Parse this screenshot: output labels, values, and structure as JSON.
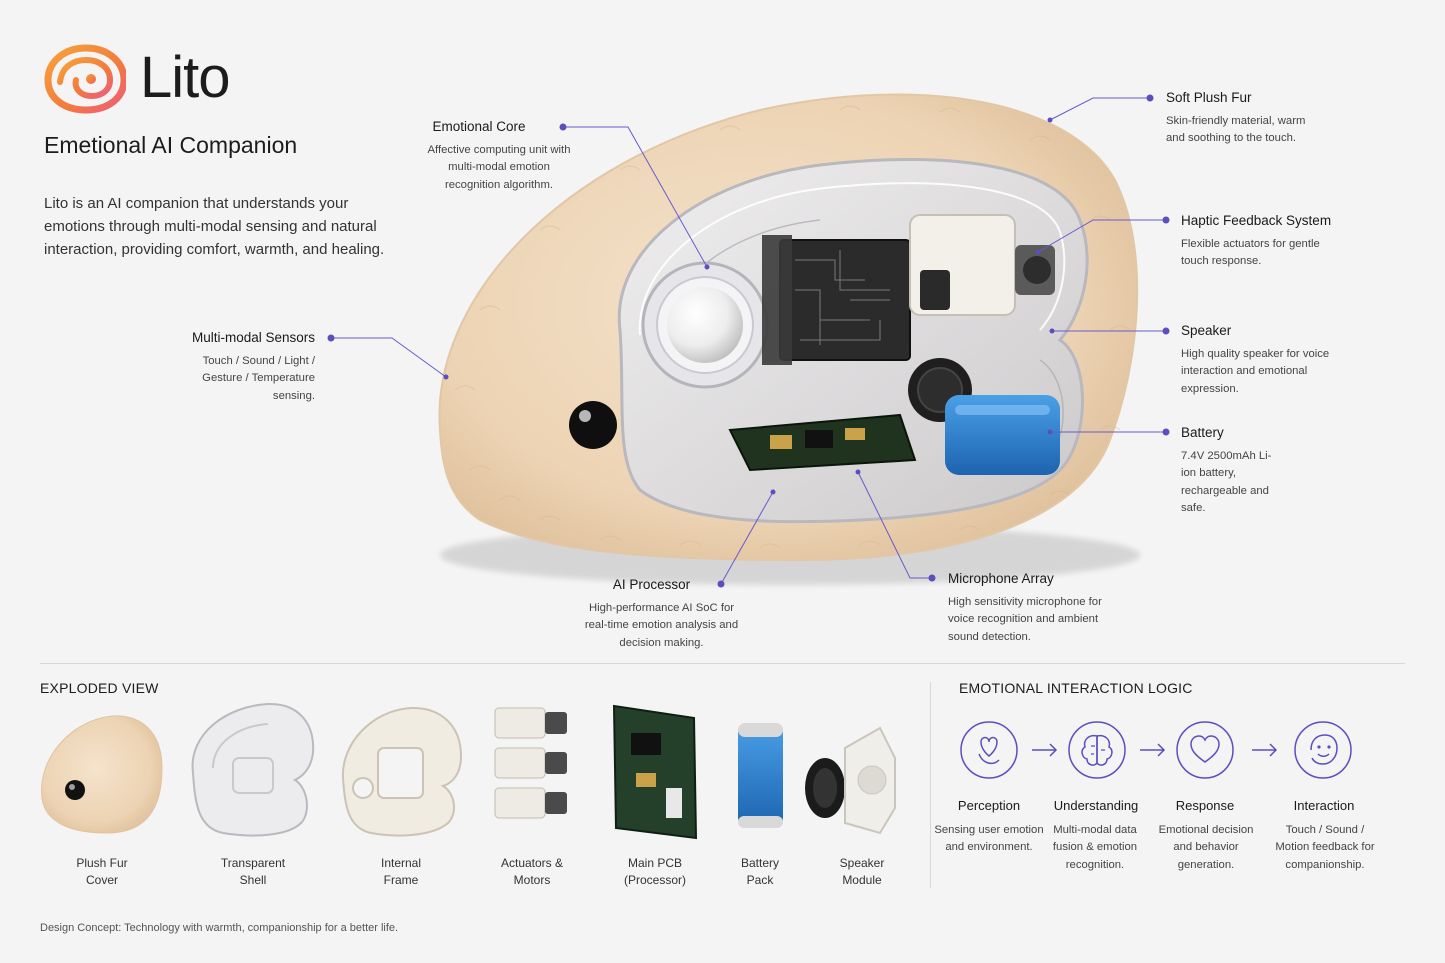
{
  "brand": {
    "name": "Lito",
    "tagline": "Emetional AI Companion",
    "intro": "Lito is an AI companion that understands your emotions through multi-modal sensing and natural interaction, providing comfort, warmth, and healing.",
    "accent_color": "#6a5acd",
    "logo_gradient": [
      "#f59a2f",
      "#ef5b8c"
    ]
  },
  "callouts": {
    "emotional_core": {
      "title": "Emotional Core",
      "desc": "Affective computing unit with multi-modal emotion recognition algorithm."
    },
    "sensors": {
      "title": "Multi-modal Sensors",
      "desc": "Touch / Sound / Light / Gesture / Temperature sensing."
    },
    "fur": {
      "title": "Soft Plush Fur",
      "desc": "Skin-friendly material, warm and soothing to the touch."
    },
    "haptic": {
      "title": "Haptic Feedback System",
      "desc": "Flexible actuators for gentle touch response."
    },
    "speaker": {
      "title": "Speaker",
      "desc": "High quality speaker for voice interaction and emotional expression."
    },
    "battery": {
      "title": "Battery",
      "desc": "7.4V 2500mAh Li-ion battery, rechargeable and safe."
    },
    "processor": {
      "title": "AI Processor",
      "desc": "High-performance AI SoC for real-time emotion analysis and decision making."
    },
    "microphone": {
      "title": "Microphone Array",
      "desc": "High sensitivity microphone for voice recognition and ambient sound detection."
    }
  },
  "exploded": {
    "title": "EXPLODED VIEW",
    "parts": [
      {
        "label_1": "Plush Fur",
        "label_2": "Cover"
      },
      {
        "label_1": "Transparent",
        "label_2": "Shell"
      },
      {
        "label_1": "Internal",
        "label_2": "Frame"
      },
      {
        "label_1": "Actuators &",
        "label_2": "Motors"
      },
      {
        "label_1": "Main PCB",
        "label_2": "(Processor)"
      },
      {
        "label_1": "Battery",
        "label_2": "Pack"
      },
      {
        "label_1": "Speaker",
        "label_2": "Module"
      }
    ]
  },
  "logic": {
    "title": "EMOTIONAL INTERACTION LOGIC",
    "steps": [
      {
        "title": "Perception",
        "desc": "Sensing user emotion and environment.",
        "icon": "heart-hand-icon"
      },
      {
        "title": "Understanding",
        "desc": "Multi-modal data fusion & emotion recognition.",
        "icon": "brain-icon"
      },
      {
        "title": "Response",
        "desc": "Emotional decision and behavior generation.",
        "icon": "heart-icon"
      },
      {
        "title": "Interaction",
        "desc": "Touch / Sound / Motion feedback for companionship.",
        "icon": "smile-face-icon"
      }
    ]
  },
  "footer": "Design Concept: Technology with warmth, companionship for a better life."
}
